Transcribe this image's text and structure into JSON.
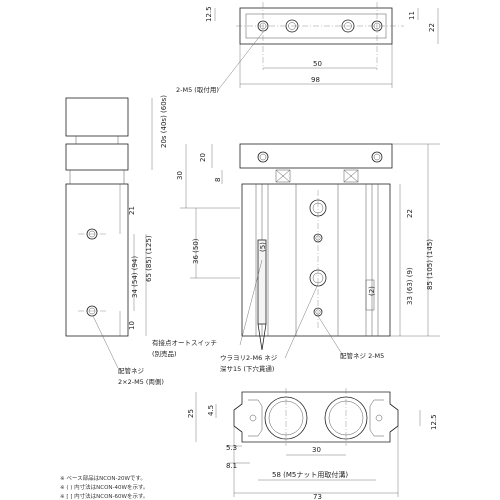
{
  "dimensions": {
    "top_12_5": "12.5",
    "top_11": "11",
    "top_22": "22",
    "w50": "50",
    "w98": "98",
    "body_side": "20s (40s) (60s)",
    "d20": "20",
    "d8": "8",
    "d30": "30",
    "d21": "21",
    "d34": "34 (54) (94)",
    "d65": "65 (85) (125)",
    "d10": "10",
    "d36": "36 (50)",
    "d22b": "22",
    "d33": "33 (63) (9)",
    "d85": "85 (105) (145)",
    "b25": "25",
    "b4_5": "4.5",
    "b5_3": "5.3",
    "b30": "30",
    "b8_1": "8.1",
    "b12_5": "12.5",
    "b58": "58 (M5ナット用取付溝)",
    "b73": "73"
  },
  "labels": {
    "top_holes": "2-M5 (取付用)",
    "switch": "有接点オートスイッチ",
    "switch_sub": "(別売品)",
    "piping_left": "配管ネジ",
    "piping_left_sub": "2×2-M5 (両側)",
    "back_thread": "ウラヨリ2-M6 ネジ",
    "back_thread_sub": "深サ15 (下穴貫通)",
    "piping_right": "配管ネジ 2-M5",
    "tag_5": "(5)",
    "tag_2": "(2)"
  },
  "notes": [
    "※ ベース部品はNCON-20Wです。",
    "※ (  ) 内寸法はNCON-40Wを示す。",
    "※ [  ] 内寸法はNCON-60Wを示す。"
  ]
}
